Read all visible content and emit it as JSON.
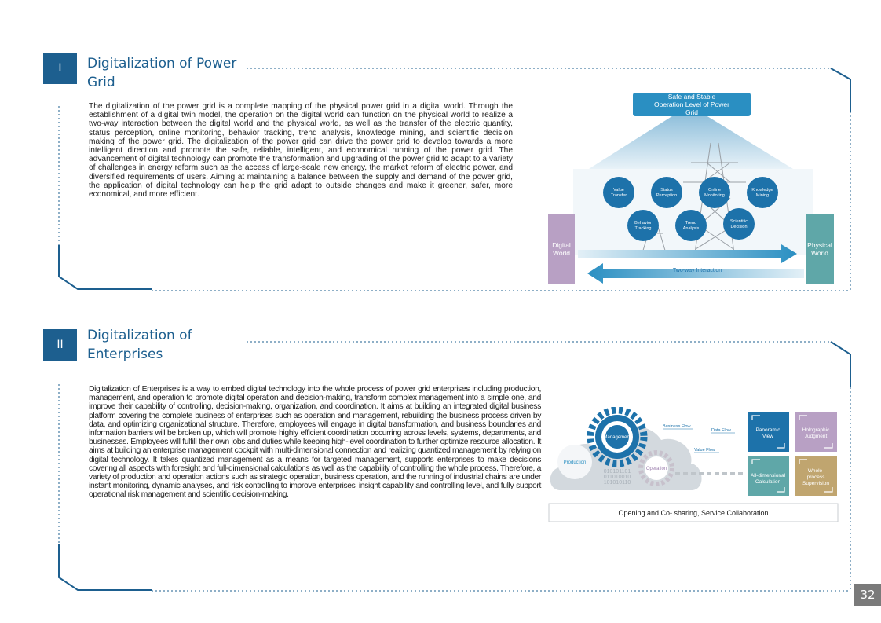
{
  "colors": {
    "primary": "#1d5f8f",
    "accent": "#2a8fc2",
    "purple": "#b8a0c4",
    "teal": "#5fa7a8",
    "gold": "#c0a56f"
  },
  "section1": {
    "number": "I",
    "title_line1": "Digitalization of Power",
    "title_line2": "Grid",
    "body": "The digitalization of the power grid is a complete mapping of the physical power grid in a digital world. Through the establishment of a digital twin model, the operation on the digital world can function on the physical world to realize a two-way interaction between the digital world and the physical world, as well as the transfer of the electric quantity, status perception, online monitoring, behavior tracking, trend analysis, knowledge mining, and scientific decision making of the power grid. The digitalization of the power grid can drive the power grid to develop towards a more intelligent direction and promote the safe, reliable, intelligent, and economical running of the power grid. The advancement of digital technology can promote the transformation and upgrading of the power grid to adapt to a variety of challenges in energy reform such as the access of large-scale new energy, the market reform of electric power, and diversified requirements of users. Aiming at maintaining a balance between the supply and demand of the power grid, the application of digital technology can help the grid adapt to outside changes and make it greener, safer, more economical, and more efficient.",
    "diagram": {
      "top_box_line1": "Safe and Stable",
      "top_box_line2": "Operation Level of Power",
      "top_box_line3": "Grid",
      "circles": [
        {
          "l1": "Value",
          "l2": "Transfer"
        },
        {
          "l1": "Status",
          "l2": "Perception"
        },
        {
          "l1": "Online",
          "l2": "Monitoring"
        },
        {
          "l1": "Knowledge",
          "l2": "Mining"
        },
        {
          "l1": "Behavior",
          "l2": "Tracking"
        },
        {
          "l1": "Trend",
          "l2": "Analysis"
        },
        {
          "l1": "Scientific",
          "l2": "Decision"
        }
      ],
      "left_box_line1": "Digital",
      "left_box_line2": "World",
      "right_box_line1": "Physical",
      "right_box_line2": "World",
      "arrow_label": "Two-way Interaction"
    }
  },
  "section2": {
    "number": "II",
    "title_line1": "Digitalization of",
    "title_line2": "Enterprises",
    "body": "Digitalization of Enterprises is a way to embed digital technology into the whole process of power grid enterprises including production, management, and operation to promote digital operation and decision-making, transform complex management into a simple one, and improve their capability of controlling, decision-making, organization, and coordination. It aims at building an integrated digital business platform covering the complete business of enterprises such as operation and management, rebuilding the business process driven by data, and optimizing organizational structure. Therefore, employees will engage in digital transformation, and business boundaries and information barriers will be broken up, which will promote highly efficient coordination occurring across levels, systems, departments, and businesses. Employees will fulfill their own jobs and duties while keeping high-level coordination to further optimize resource allocation. It aims at building an enterprise management cockpit with multi-dimensional connection and realizing quantized management by relying on digital technology. It takes quantized management as a means for targeted management, supports enterprises to make decisions covering all aspects with foresight and full-dimensional calculations as well as the capability of controlling the whole process. Therefore, a variety of production and operation actions such as strategic operation, business operation, and the running of industrial chains are under instant monitoring, dynamic analyses, and risk controlling to improve enterprises' insight capability and controlling level, and fully support operational risk management and scientific decision-making.",
    "diagram": {
      "gear_management": "Management",
      "gear_production": "Production",
      "gear_operation": "Operation",
      "binary_line1": "010101101",
      "binary_line2": "011010010",
      "binary_line3": "101010110",
      "flow_business": "Business Flow",
      "flow_data": "Data Flow",
      "flow_value": "Value Flow",
      "tiles": [
        {
          "l1": "Panoramic",
          "l2": "View",
          "l3": ""
        },
        {
          "l1": "Holographic",
          "l2": "Judgment",
          "l3": ""
        },
        {
          "l1": "All-dimensional",
          "l2": "Calculation",
          "l3": ""
        },
        {
          "l1": "Whole-",
          "l2": "process",
          "l3": "Supervision"
        }
      ],
      "bottom_label": "Opening and Co- sharing, Service Collaboration"
    }
  },
  "page_number": "32"
}
